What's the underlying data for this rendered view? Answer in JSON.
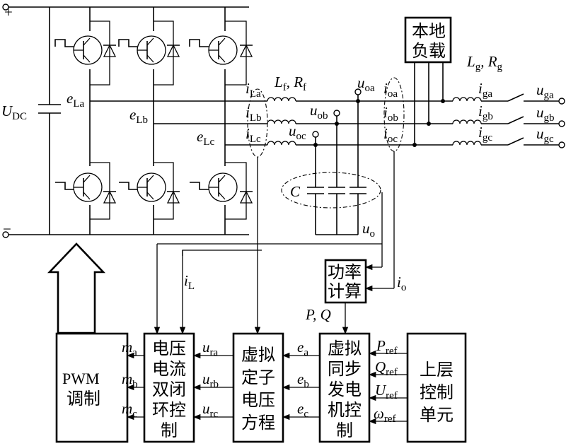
{
  "source": {
    "plus": "+",
    "minus": "−",
    "voltage": "U",
    "voltage_sub": "DC"
  },
  "emf": [
    {
      "base": "e",
      "sub": "La"
    },
    {
      "base": "e",
      "sub": "Lb"
    },
    {
      "base": "e",
      "sub": "Lc"
    }
  ],
  "inductor_current": [
    {
      "base": "i",
      "sub": "La"
    },
    {
      "base": "i",
      "sub": "Lb"
    },
    {
      "base": "i",
      "sub": "Lc"
    }
  ],
  "filter_label": {
    "l": "L",
    "l_sub": "f",
    "sep": ", ",
    "r": "R",
    "r_sub": "f"
  },
  "output_voltage": [
    {
      "base": "u",
      "sub": "oa"
    },
    {
      "base": "u",
      "sub": "ob"
    },
    {
      "base": "u",
      "sub": "oc"
    }
  ],
  "output_current": [
    {
      "base": "i",
      "sub": "oa"
    },
    {
      "base": "i",
      "sub": "ob"
    },
    {
      "base": "i",
      "sub": "oc"
    }
  ],
  "local_load": {
    "line1": "本地",
    "line2": "负载"
  },
  "grid_impedance": {
    "l": "L",
    "l_sub": "g",
    "sep": ", ",
    "r": "R",
    "r_sub": "g"
  },
  "grid_current": [
    {
      "base": "i",
      "sub": "ga"
    },
    {
      "base": "i",
      "sub": "gb"
    },
    {
      "base": "i",
      "sub": "gc"
    }
  ],
  "grid_voltage": [
    {
      "base": "u",
      "sub": "ga"
    },
    {
      "base": "u",
      "sub": "gb"
    },
    {
      "base": "u",
      "sub": "gc"
    }
  ],
  "capacitor": "C",
  "uo": {
    "base": "u",
    "sub": "o"
  },
  "io": {
    "base": "i",
    "sub": "o"
  },
  "iL": {
    "base": "i",
    "sub": "L"
  },
  "power_calc": {
    "line1": "功率",
    "line2": "计算"
  },
  "pq": "P, Q",
  "pwm": {
    "line1": "PWM",
    "line2": "调制"
  },
  "current_loop": [
    "电压",
    "电流",
    "双闭",
    "环控",
    "制"
  ],
  "stator": [
    "虚拟",
    "定子",
    "电压",
    "方程"
  ],
  "vsg": [
    "虚拟",
    "同步",
    "发电",
    "机控",
    "制"
  ],
  "upper": [
    "上层",
    "控制",
    "单元"
  ],
  "m_signals": [
    {
      "base": "m",
      "sub": "a"
    },
    {
      "base": "m",
      "sub": "b"
    },
    {
      "base": "m",
      "sub": "c"
    }
  ],
  "u_ref_signals": [
    {
      "base": "u",
      "sub": "ra"
    },
    {
      "base": "u",
      "sub": "rb"
    },
    {
      "base": "u",
      "sub": "rc"
    }
  ],
  "e_signals": [
    {
      "base": "e",
      "sub": "a"
    },
    {
      "base": "e",
      "sub": "b"
    },
    {
      "base": "e",
      "sub": "c"
    }
  ],
  "ref_signals": [
    {
      "base": "P",
      "sub": "ref"
    },
    {
      "base": "Q",
      "sub": "ref"
    },
    {
      "base": "U",
      "sub": "ref"
    },
    {
      "base": "ω",
      "sub": "ref"
    }
  ]
}
